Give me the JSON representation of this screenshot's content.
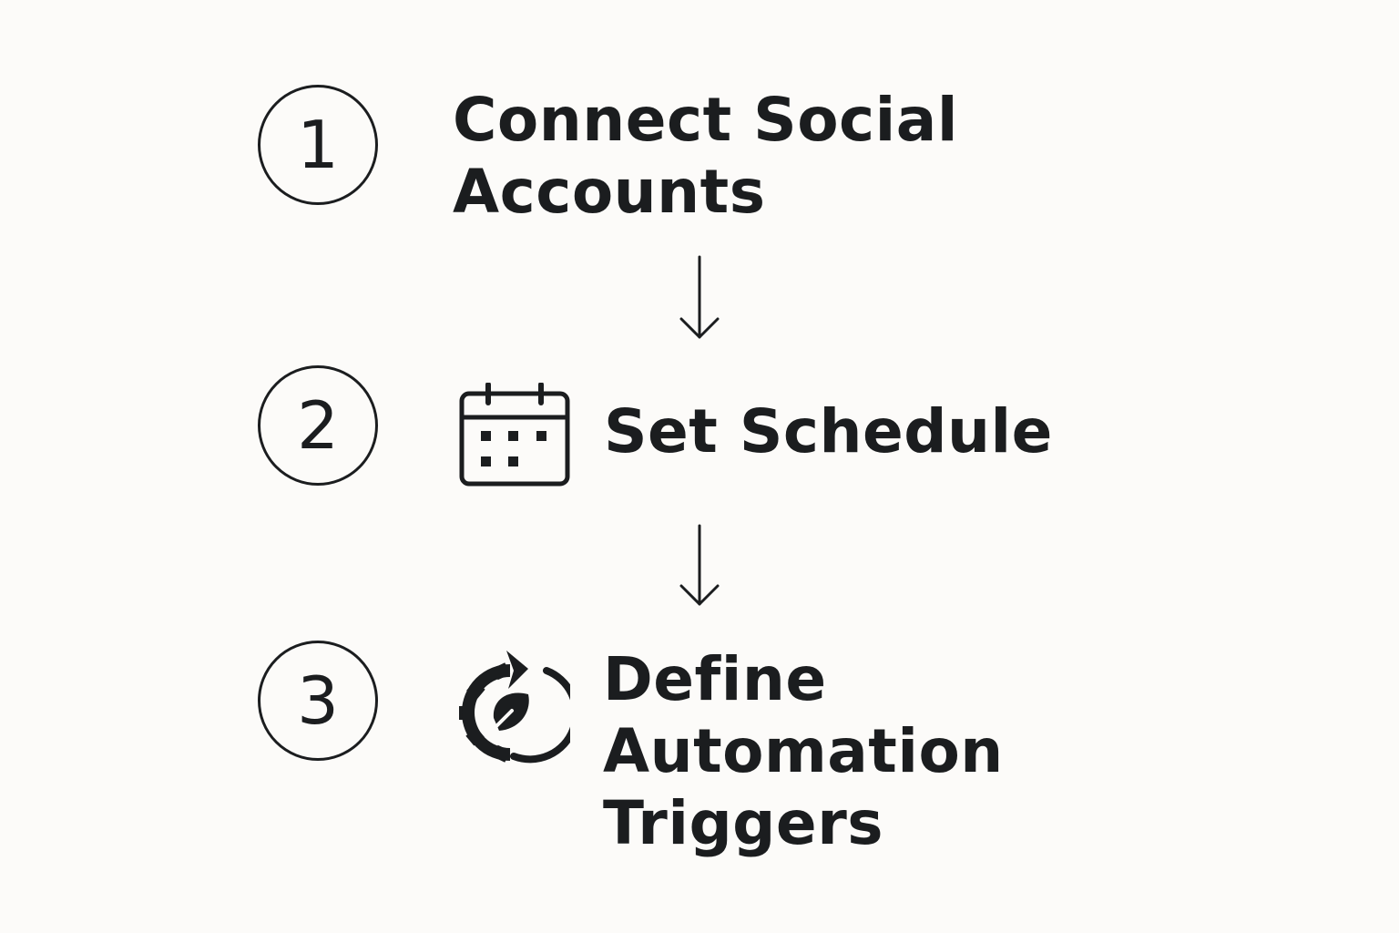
{
  "steps": [
    {
      "number": "1",
      "title_lines": [
        "Connect Social",
        "Accounts"
      ],
      "icon": ""
    },
    {
      "number": "2",
      "title_lines": [
        "Set Schedule"
      ],
      "icon": "calendar-icon"
    },
    {
      "number": "3",
      "title_lines": [
        "Define",
        "Automation",
        "Triggers"
      ],
      "icon": "gear-refresh-icon"
    }
  ]
}
